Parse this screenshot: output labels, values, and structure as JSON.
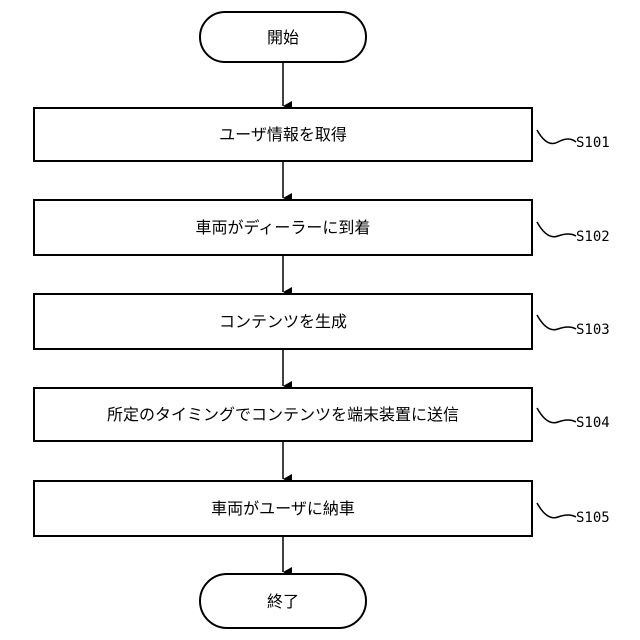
{
  "flowchart": {
    "start": {
      "text": "開始"
    },
    "end": {
      "text": "終了"
    },
    "steps": [
      {
        "id": "S101",
        "text": "ユーザ情報を取得"
      },
      {
        "id": "S102",
        "text": "車両がディーラーに到着"
      },
      {
        "id": "S103",
        "text": "コンテンツを生成"
      },
      {
        "id": "S104",
        "text": "所定のタイミングでコンテンツを端末装置に送信"
      },
      {
        "id": "S105",
        "text": "車両がユーザに納車"
      }
    ]
  }
}
